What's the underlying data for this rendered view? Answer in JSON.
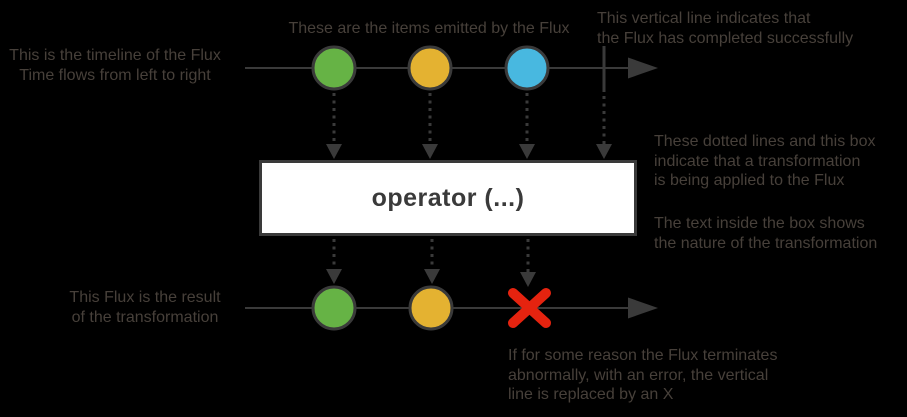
{
  "operator_box": {
    "label": "operator (...)"
  },
  "annotations": {
    "timeline": "This is the timeline of the Flux\nTime flows from left to right",
    "items": "These are the items emitted by the Flux",
    "complete": "This vertical line indicates that\nthe Flux has completed successfully",
    "transform": "These dotted lines and this box\nindicate that a transformation\nis being applied to the Flux",
    "box_text": "The text inside the box shows\nthe nature of the transformation",
    "result": "This Flux is the result\nof the transformation",
    "error": "If for some reason the Flux terminates\nabnormally, with an error, the vertical\nline is replaced by an X"
  },
  "source_flux": {
    "items": [
      "green",
      "yellow",
      "blue"
    ],
    "terminal": "complete"
  },
  "result_flux": {
    "items": [
      "green",
      "yellow"
    ],
    "terminal": "error"
  },
  "colors": {
    "background": "#000000",
    "green": "#66b345",
    "yellow": "#e4b231",
    "blue": "#48b8e0",
    "red": "#e5230f",
    "line": "#3a3a3a",
    "text": "#47403a",
    "box_fill": "#ffffff"
  }
}
